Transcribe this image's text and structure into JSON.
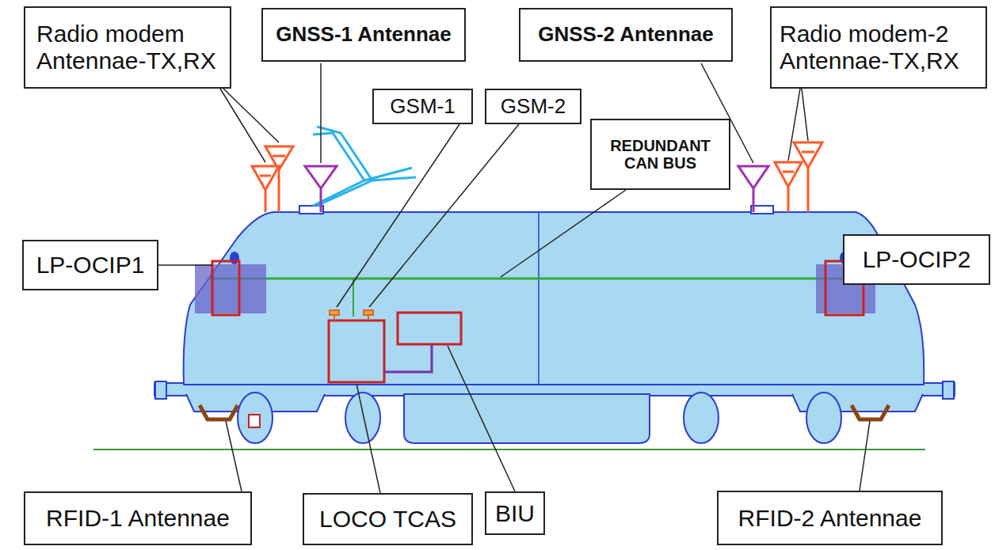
{
  "diagram": {
    "nodes": [
      {
        "text": [
          "Radio modem Antennae-TX,RX"
        ]
      },
      {
        "text": [
          "GNSS-1 Antennae"
        ]
      },
      {
        "text": [
          "GNSS-2 Antennae"
        ]
      },
      {
        "text": [
          "Radio modem-2 Antennae-TX,RX"
        ]
      },
      {
        "text": [
          "GSM-1"
        ]
      },
      {
        "text": [
          "GSM-2"
        ]
      },
      {
        "text": [
          "REDUNDANT CAN BUS"
        ]
      },
      {
        "text": [
          "LP-OCIP1"
        ]
      },
      {
        "text": [
          "LP-OCIP2"
        ]
      },
      {
        "text": [
          "RFID-1 Antennae"
        ]
      },
      {
        "text": [
          "LOCO TCAS"
        ]
      },
      {
        "text": [
          "BIU"
        ]
      },
      {
        "text": [
          "RFID-2 Antennae"
        ]
      }
    ]
  }
}
